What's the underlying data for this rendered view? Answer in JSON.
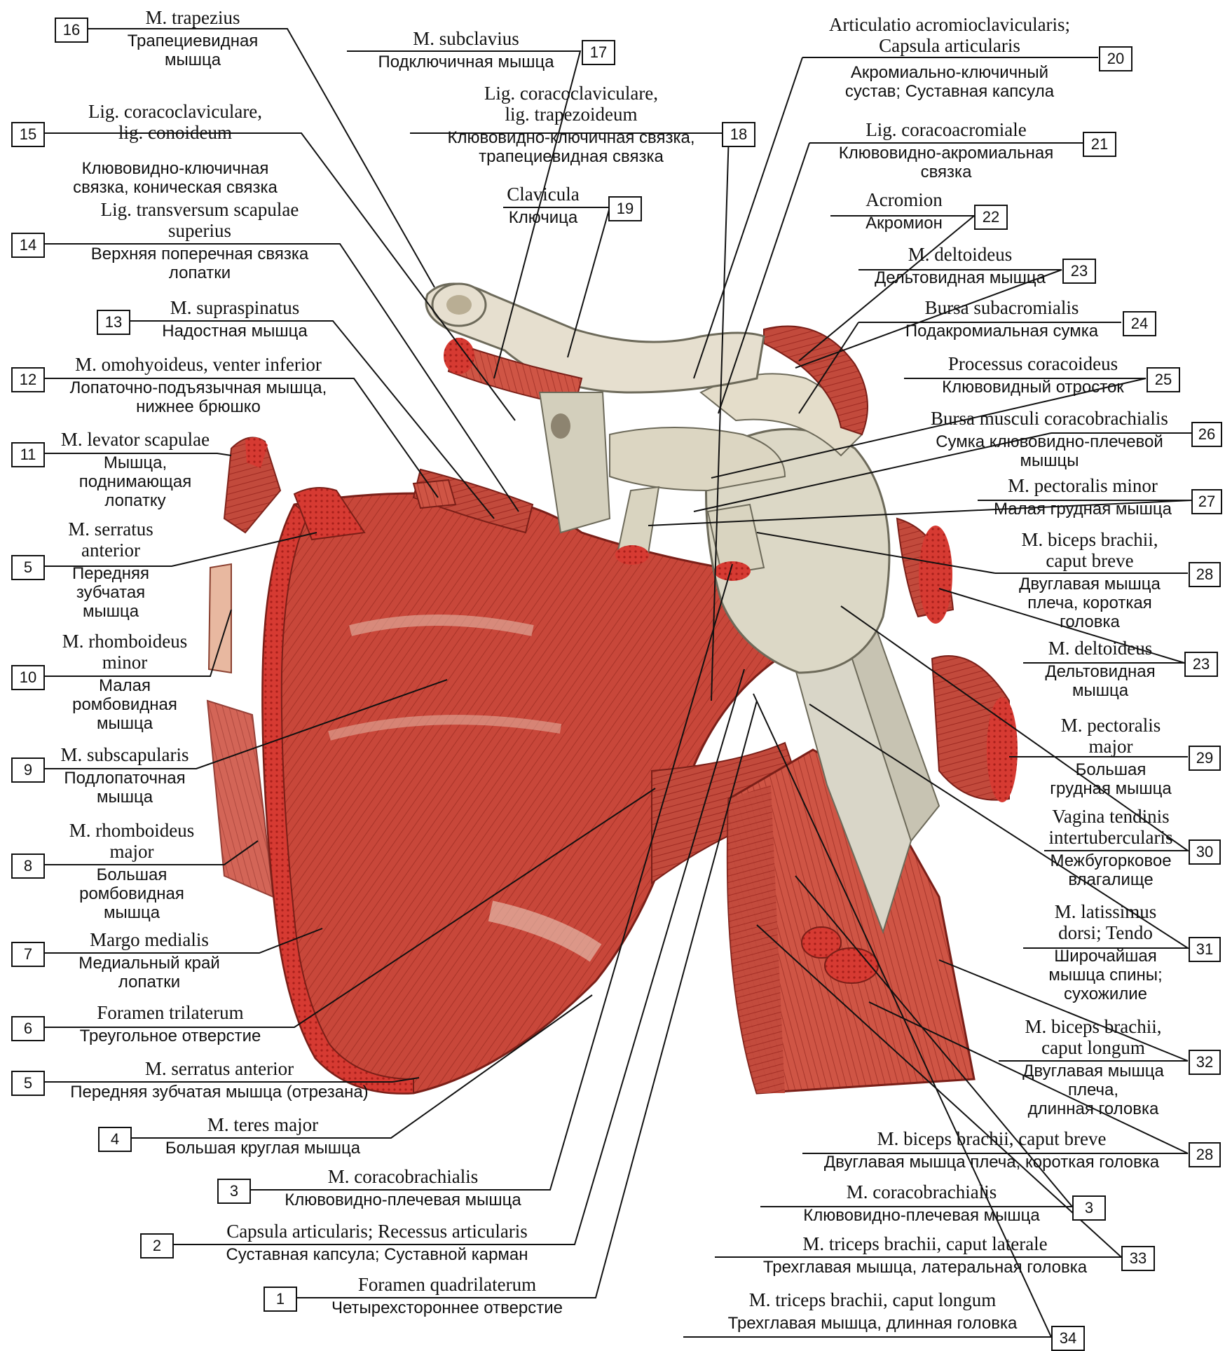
{
  "labels": {
    "l16": {
      "num": "16",
      "latin": "M. trapezius",
      "russian": "Трапециевидная\nмышца"
    },
    "l15": {
      "num": "15",
      "latin": "Lig. coracoclaviculare,\nlig. conoideum",
      "russian": "Клювовидно-ключичная\nсвязка, коническая связка"
    },
    "l14": {
      "num": "14",
      "latin": "Lig. transversum scapulae\nsuperius",
      "russian": "Верхняя поперечная связка\nлопатки"
    },
    "l13": {
      "num": "13",
      "latin": "M. supraspinatus",
      "russian": "Надостная мышца"
    },
    "l12": {
      "num": "12",
      "latin": "M. omohyoideus, venter inferior",
      "russian": "Лопаточно-подъязычная мышца,\nнижнее брюшко"
    },
    "l11": {
      "num": "11",
      "latin": "M. levator scapulae",
      "russian": "Мышца,\nподнимающая\nлопатку"
    },
    "l5a": {
      "num": "5",
      "latin": "M. serratus\nanterior",
      "russian": "Передняя\nзубчатая\nмышца"
    },
    "l10": {
      "num": "10",
      "latin": "M. rhomboideus\nminor",
      "russian": "Малая\nромбовидная\nмышца"
    },
    "l9": {
      "num": "9",
      "latin": "M. subscapularis",
      "russian": "Подлопаточная\nмышца"
    },
    "l8": {
      "num": "8",
      "latin": "M. rhomboideus\nmajor",
      "russian": "Большая\nромбовидная\nмышца"
    },
    "l7": {
      "num": "7",
      "latin": "Margo medialis",
      "russian": "Медиальный край\nлопатки"
    },
    "l6": {
      "num": "6",
      "latin": "Foramen trilaterum",
      "russian": "Треугольное отверстие"
    },
    "l5b": {
      "num": "5",
      "latin": "M. serratus anterior",
      "russian": "Передняя зубчатая мышца (отрезана)"
    },
    "l4": {
      "num": "4",
      "latin": "M. teres major",
      "russian": "Большая круглая мышца"
    },
    "l3a": {
      "num": "3",
      "latin": "M. coracobrachialis",
      "russian": "Клювовидно-плечевая мышца"
    },
    "l2": {
      "num": "2",
      "latin": "Capsula articularis; Recessus articularis",
      "russian": "Суставная капсула; Суставной карман"
    },
    "l1": {
      "num": "1",
      "latin": "Foramen quadrilaterum",
      "russian": "Четырехстороннее отверстие"
    },
    "l17": {
      "num": "17",
      "latin": "M. subclavius",
      "russian": "Подключичная мышца"
    },
    "l18": {
      "num": "18",
      "latin": "Lig. coracoclaviculare,\nlig. trapezoideum",
      "russian": "Клювовидно-ключичная связка,\nтрапециевидная связка"
    },
    "l19": {
      "num": "19",
      "latin": "Clavicula",
      "russian": "Ключица"
    },
    "l20": {
      "num": "20",
      "latin": "Articulatio acromioclavicularis;\nCapsula articularis",
      "russian": "Акромиально-ключичный\nсустав; Суставная капсула"
    },
    "l21": {
      "num": "21",
      "latin": "Lig. coracoacromiale",
      "russian": "Клювовидно-акромиальная\nсвязка"
    },
    "l22": {
      "num": "22",
      "latin": "Acromion",
      "russian": "Акромион"
    },
    "l23a": {
      "num": "23",
      "latin": "M. deltoideus",
      "russian": "Дельтовидная мышца"
    },
    "l24": {
      "num": "24",
      "latin": "Bursa subacromialis",
      "russian": "Подакромиальная сумка"
    },
    "l25": {
      "num": "25",
      "latin": "Processus coracoideus",
      "russian": "Клювовидный отросток"
    },
    "l26": {
      "num": "26",
      "latin": "Bursa musculi coracobrachialis",
      "russian": "Сумка клювовидно-плечевой\nмышцы"
    },
    "l27": {
      "num": "27",
      "latin": "M. pectoralis minor",
      "russian": "Малая грудная мышца"
    },
    "l28a": {
      "num": "28",
      "latin": "M. biceps brachii,\ncaput breve",
      "russian": "Двуглавая мышца\nплеча, короткая\nголовка"
    },
    "l23b": {
      "num": "23",
      "latin": "M. deltoideus",
      "russian": "Дельтовидная\nмышца"
    },
    "l29": {
      "num": "29",
      "latin": "M. pectoralis\nmajor",
      "russian": "Большая\nгрудная мышца"
    },
    "l30": {
      "num": "30",
      "latin": "Vagina tendinis\nintertubercularis",
      "russian": "Межбугорковое\nвлагалище"
    },
    "l31": {
      "num": "31",
      "latin": "M. latissimus\ndorsi; Tendo",
      "russian": "Широчайшая\nмышца спины;\nсухожилие"
    },
    "l32": {
      "num": "32",
      "latin": "M. biceps brachii,\ncaput longum",
      "russian": "Двуглавая мышца\nплеча,\nдлинная головка"
    },
    "l28b": {
      "num": "28",
      "latin": "M. biceps brachii, caput breve",
      "russian": "Двуглавая мышца плеча, короткая головка"
    },
    "l3b": {
      "num": "3",
      "latin": "M. coracobrachialis",
      "russian": "Клювовидно-плечевая мышца"
    },
    "l33": {
      "num": "33",
      "latin": "M. triceps brachii, caput laterale",
      "russian": "Трехглавая мышца, латеральная головка"
    },
    "l34": {
      "num": "34",
      "latin": "M. triceps brachii, caput longum",
      "russian": "Трехглавая мышца, длинная головка"
    }
  },
  "colors": {
    "muscle": "#c8473a",
    "muscle_light": "#e07a64",
    "muscle_dark": "#9e2a22",
    "cut_surface": "#d63a32",
    "tendon": "#d9d6c8",
    "bone": "#e6dfcf",
    "line": "#111111"
  }
}
